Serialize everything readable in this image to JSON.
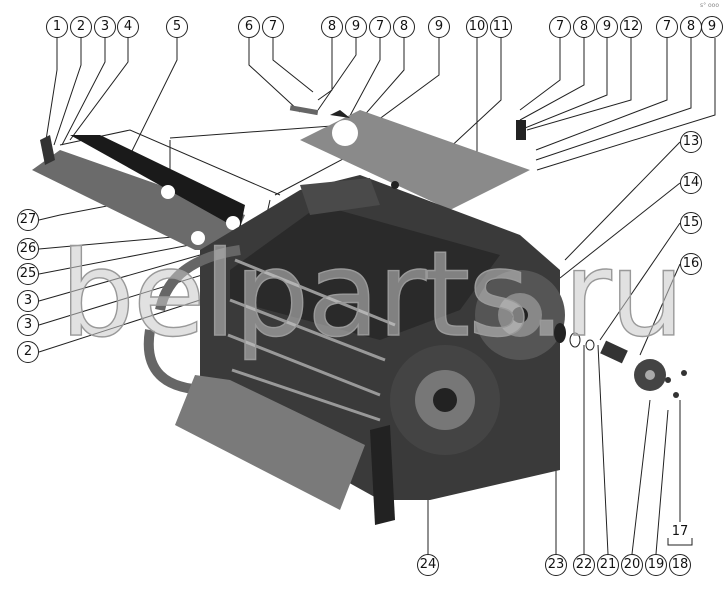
{
  "watermark": "belparts.ru",
  "corner_mark": "s° ooo",
  "callouts": {
    "top": [
      "1",
      "2",
      "3",
      "4",
      "5",
      "6",
      "7",
      "8",
      "9",
      "7",
      "8",
      "9",
      "10",
      "11",
      "7",
      "8",
      "9",
      "12",
      "7",
      "8",
      "9"
    ],
    "right": [
      "13",
      "14",
      "15",
      "16"
    ],
    "left": [
      "27",
      "26",
      "25",
      "3",
      "3",
      "2"
    ],
    "bottom": [
      "24",
      "23",
      "22",
      "21",
      "20",
      "19",
      "18"
    ],
    "bracket": "17"
  }
}
